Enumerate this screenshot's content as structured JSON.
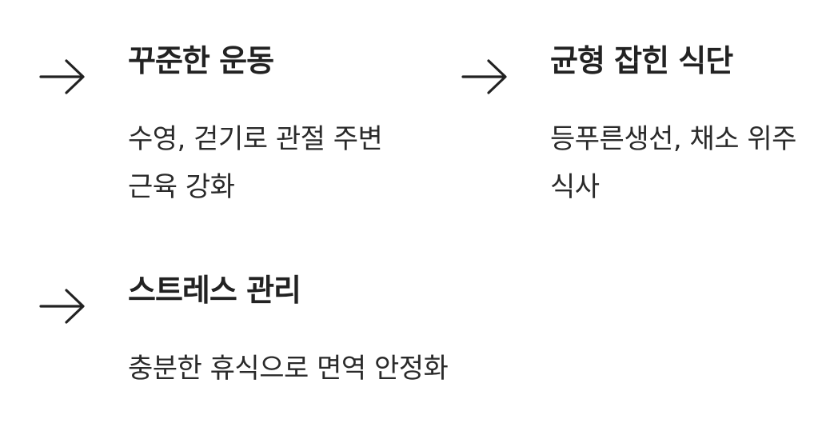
{
  "items": [
    {
      "title": "꾸준한 운동",
      "lines": [
        "수영, 걷기로 관절 주변",
        "근육 강화"
      ]
    },
    {
      "title": "균형 잡힌 식단",
      "lines": [
        "등푸른생선, 채소 위주",
        "식사"
      ]
    },
    {
      "title": "스트레스 관리",
      "lines": [
        "충분한 휴식으로 면역 안정화"
      ]
    }
  ],
  "icons": {
    "arrow": "arrow-right-icon"
  },
  "colors": {
    "text": "#222222",
    "background": "#ffffff"
  }
}
